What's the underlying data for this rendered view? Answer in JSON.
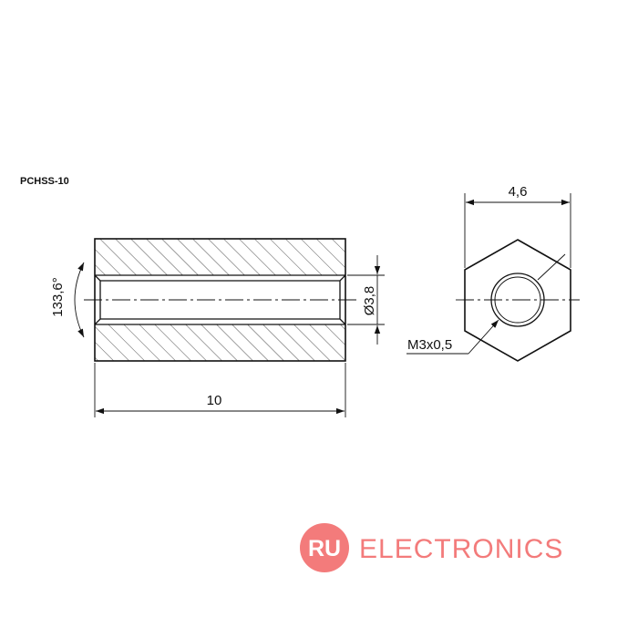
{
  "part_label": "PCHSS-10",
  "dimensions": {
    "length": "10",
    "bore_diameter": "Ø3,8",
    "chamfer_angle": "133,6°",
    "hex_width": "4,6",
    "thread": "M3x0,5"
  },
  "watermark": {
    "badge": "RU",
    "name": "ELECTRONICS",
    "color": "#f26d6d"
  }
}
